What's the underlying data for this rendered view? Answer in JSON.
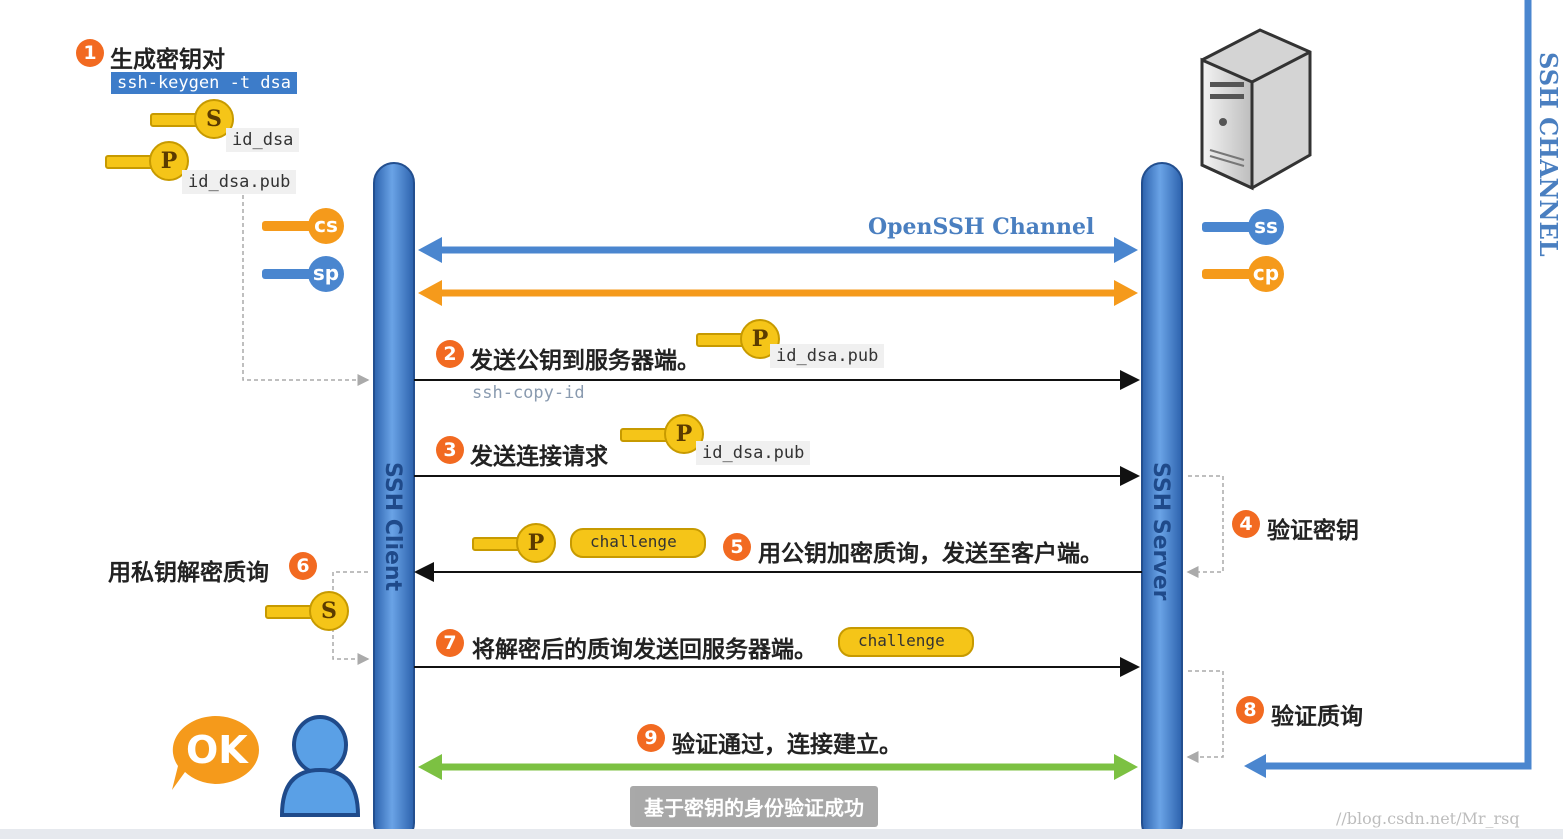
{
  "steps": {
    "s1": {
      "num": "1",
      "label": "生成密钥对",
      "cmd": "ssh-keygen -t dsa",
      "private_file": "id_dsa",
      "public_file": "id_dsa.pub"
    },
    "s2": {
      "num": "2",
      "label": "发送公钥到服务器端。",
      "file": "id_dsa.pub",
      "cmd": "ssh-copy-id"
    },
    "s3": {
      "num": "3",
      "label": "发送连接请求",
      "file": "id_dsa.pub"
    },
    "s4": {
      "num": "4",
      "label": "验证密钥"
    },
    "s5": {
      "num": "5",
      "label": "用公钥加密质询，发送至客户端。",
      "challenge": "challenge"
    },
    "s6": {
      "num": "6",
      "label": "用私钥解密质询"
    },
    "s7": {
      "num": "7",
      "label": "将解密后的质询发送回服务器端。",
      "challenge": "challenge"
    },
    "s8": {
      "num": "8",
      "label": "验证质询"
    },
    "s9": {
      "num": "9",
      "label": "验证通过，连接建立。"
    }
  },
  "keys": {
    "private": "S",
    "public": "P",
    "cs": "cs",
    "sp": "sp",
    "ss": "ss",
    "cp": "cp"
  },
  "channel": {
    "openssh": "OpenSSH Channel",
    "vertical": "SSH CHANNEL"
  },
  "lanes": {
    "client": "SSH Client",
    "server": "SSH Server"
  },
  "ok_bubble": "OK",
  "banner": "基于密钥的身份验证成功",
  "watermark": "//blog.csdn.net/Mr_rsq",
  "colors": {
    "blue": "#4a86cf",
    "orange": "#f59a1b",
    "green": "#7cc142",
    "badge": "#f26a21",
    "gold": "#f5c518",
    "pole": "#3b78c6"
  }
}
